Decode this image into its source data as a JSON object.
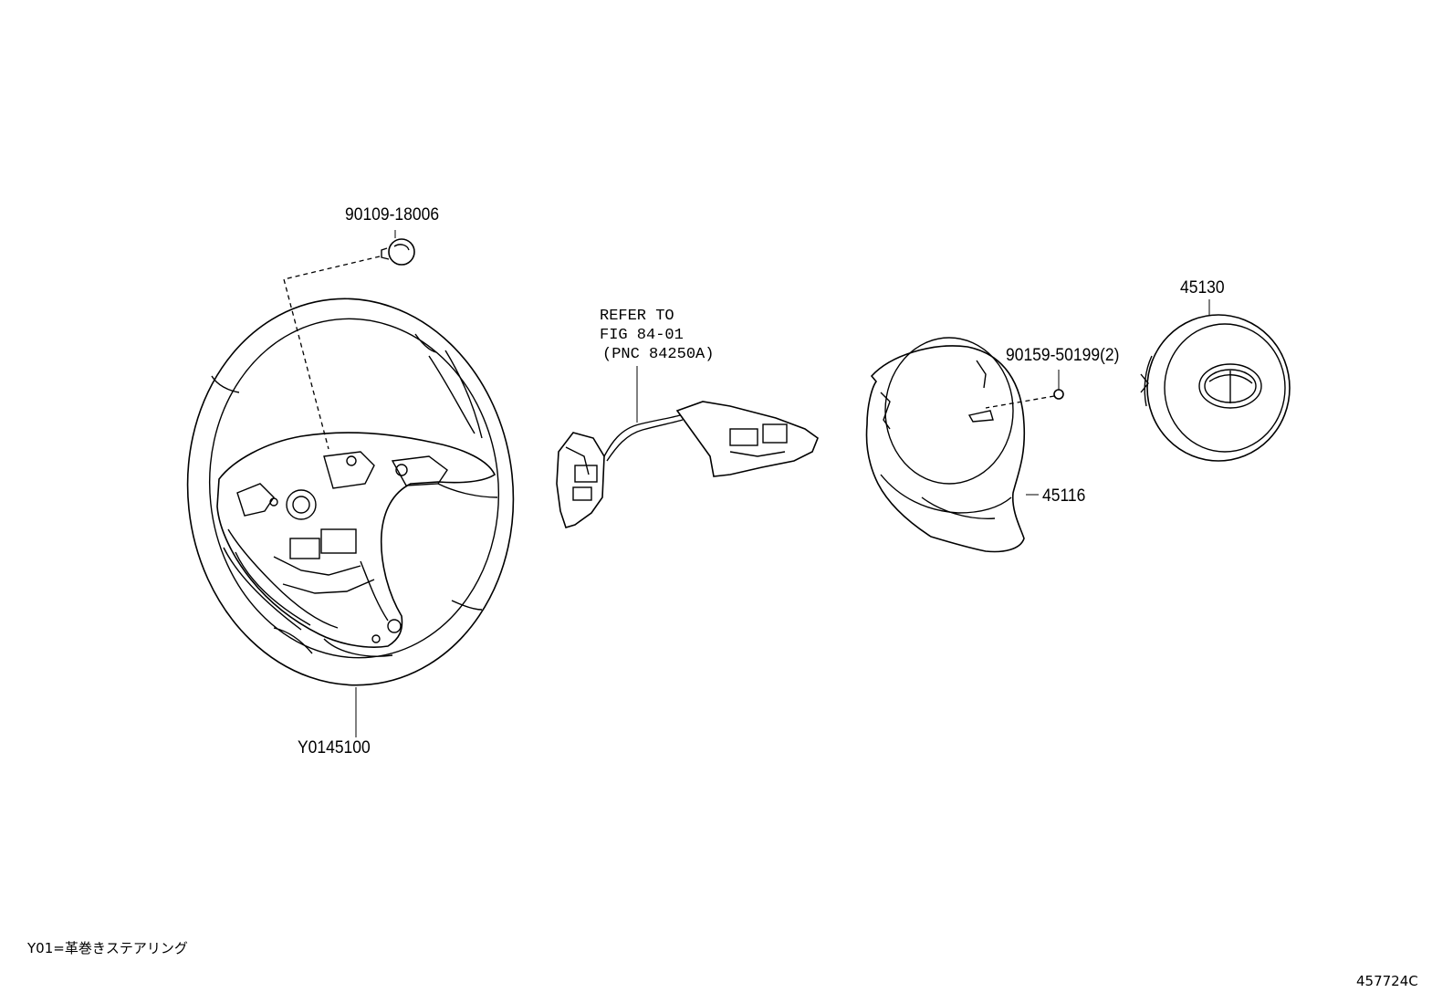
{
  "labels": {
    "bolt_part": "90109-18006",
    "steering_wheel_part": "Y0145100",
    "refer_line1": "REFER TO",
    "refer_line2": "FIG 84-01",
    "refer_line3": "(PNC 84250A)",
    "screw_part": "90159-50199(2)",
    "airbag_part": "45130",
    "cover_part": "45116"
  },
  "footer": {
    "note": "Y01=革巻きステアリング",
    "figure_id": "457724C"
  }
}
